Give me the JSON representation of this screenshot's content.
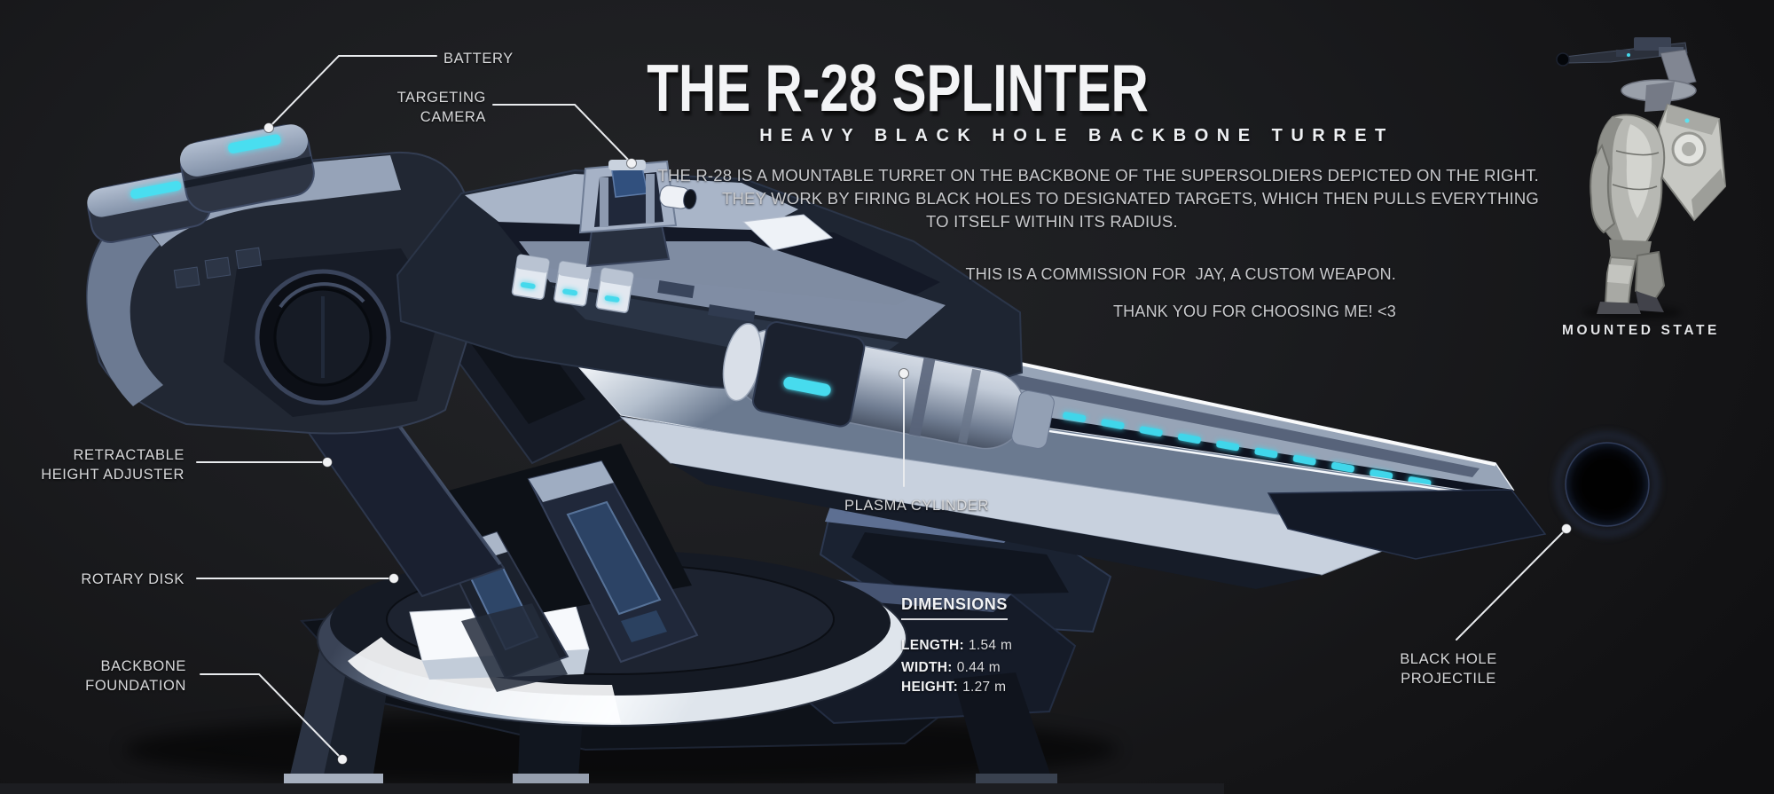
{
  "header": {
    "title": "THE R-28 SPLINTER",
    "subtitle": "HEAVY BLACK HOLE BACKBONE TURRET"
  },
  "description": {
    "line1": "THE R-28 IS A MOUNTABLE TURRET ON THE BACKBONE OF THE SUPERSOLDIERS DEPICTED ON THE RIGHT.",
    "line2": "THEY WORK BY FIRING BLACK HOLES TO DESIGNATED TARGETS, WHICH THEN PULLS EVERYTHING",
    "line3": "TO ITSELF WITHIN ITS RADIUS."
  },
  "notes": {
    "commission": "THIS IS A COMMISSION FOR  JAY, A CUSTOM WEAPON.",
    "thanks": "THANK YOU FOR CHOOSING ME! <3"
  },
  "callouts": {
    "battery": {
      "label": "BATTERY"
    },
    "targeting_camera": {
      "line1": "TARGETING",
      "line2": "CAMERA"
    },
    "height_adjuster": {
      "line1": "RETRACTABLE",
      "line2": "HEIGHT ADJUSTER"
    },
    "rotary_disk": {
      "label": "ROTARY DISK"
    },
    "backbone_foundation": {
      "line1": "BACKBONE",
      "line2": "FOUNDATION"
    },
    "plasma_cylinder": {
      "label": "PLASMA CYLINDER"
    },
    "black_hole_projectile": {
      "line1": "BLACK HOLE",
      "line2": "PROJECTILE"
    }
  },
  "dimensions": {
    "heading": "DIMENSIONS",
    "rows": [
      {
        "label": "LENGTH:",
        "value": "1.54 m"
      },
      {
        "label": "WIDTH:",
        "value": "0.44 m"
      },
      {
        "label": "HEIGHT:",
        "value": "1.27 m"
      }
    ]
  },
  "mounted_state": {
    "caption": "MOUNTED STATE"
  },
  "colors": {
    "background": "#1b1c1f",
    "accent_cyan": "#45d9ec",
    "text_primary": "#f2f3f5",
    "text_secondary": "#c9cacd",
    "leader_line": "#e9ebee"
  }
}
